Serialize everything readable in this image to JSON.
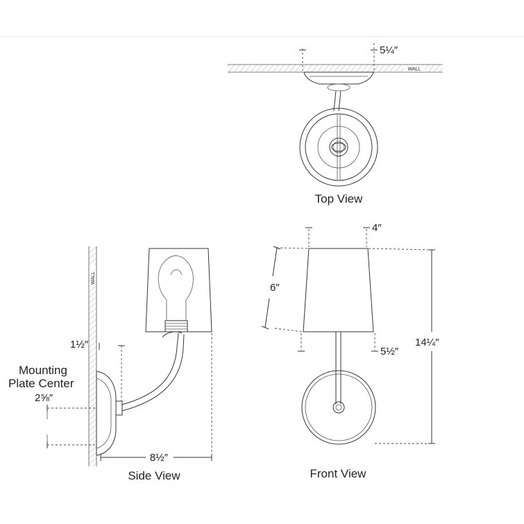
{
  "top_view": {
    "title": "Top View",
    "wall_label": "WALL",
    "extension": "5¼″"
  },
  "side_view": {
    "title": "Side View",
    "wall_label": "WALL",
    "backplate_depth": "1½″",
    "mounting_label_line1": "Mounting",
    "mounting_label_line2": "Plate Center",
    "mounting_height": "2⅝″",
    "overall_extension": "8½″"
  },
  "front_view": {
    "title": "Front View",
    "shade_top_width": "4″",
    "shade_height": "6″",
    "shade_bottom_width": "5½″",
    "overall_height": "14¼″"
  }
}
